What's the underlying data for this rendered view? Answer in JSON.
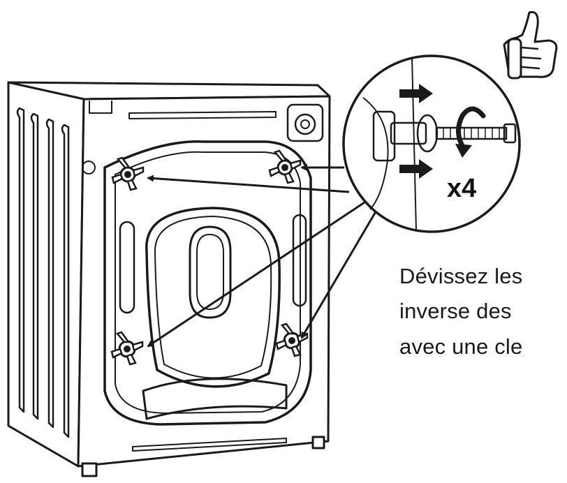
{
  "diagram": {
    "count_label": "x4",
    "instruction_lines": [
      "Dévissez les",
      "inverse des",
      "avec une cle"
    ],
    "icons": [
      "thumbs-up-icon",
      "rotate-counterclockwise-icon",
      "push-arrow-icon"
    ],
    "colors": {
      "line": "#1a1a1a",
      "background": "#ffffff"
    }
  }
}
